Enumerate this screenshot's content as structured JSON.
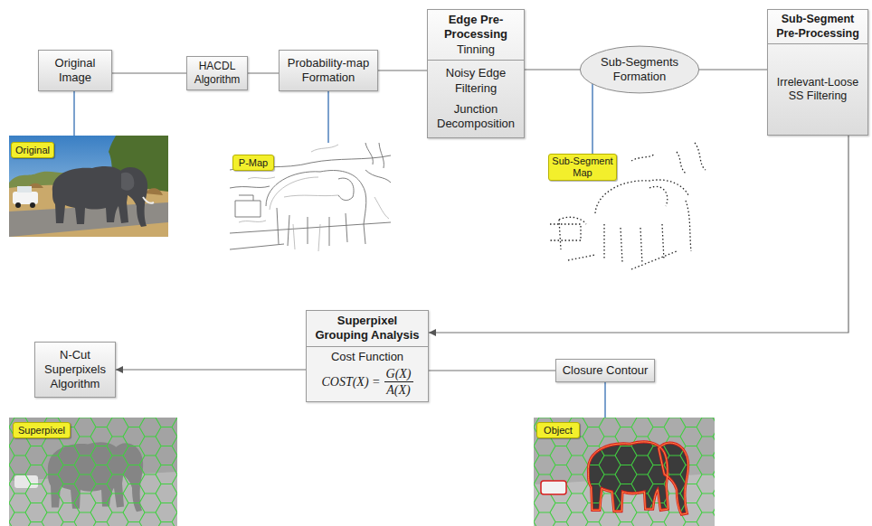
{
  "diagram": {
    "nodes": [
      {
        "text": [
          "Original Image"
        ]
      },
      {
        "text": [
          "HACDL Algorithm"
        ]
      },
      {
        "text": [
          "Probability-map Formation"
        ]
      },
      {
        "text": [
          "Edge Pre-Processing",
          "Tinning",
          "Noisy Edge Filtering",
          "Junction Decomposition"
        ]
      },
      {
        "text": [
          "Sub-Segments Formation"
        ]
      },
      {
        "text": [
          "Sub-Segment Pre-Processing",
          "Irrelevant-Loose SS Filtering"
        ]
      },
      {
        "text": [
          "Original"
        ]
      },
      {
        "text": [
          "P-Map"
        ]
      },
      {
        "text": [
          "Sub-Segment Map"
        ]
      },
      {
        "text": [
          "N-Cut Superpixels Algorithm"
        ]
      },
      {
        "text": [
          "Superpixel Grouping Analysis",
          "Cost Function",
          "COST(X) =",
          "G(X)",
          "A(X)"
        ]
      },
      {
        "text": [
          "Closure Contour"
        ]
      },
      {
        "text": [
          "Superpixel"
        ]
      },
      {
        "text": [
          "Object"
        ]
      }
    ],
    "edges": [
      {
        "from": 0,
        "to": 1,
        "arrow": "none"
      },
      {
        "from": 1,
        "to": 2,
        "arrow": "none"
      },
      {
        "from": 2,
        "to": 3,
        "arrow": "none"
      },
      {
        "from": 3,
        "to": 4,
        "arrow": "none"
      },
      {
        "from": 4,
        "to": 5,
        "arrow": "none"
      },
      {
        "from": 5,
        "to": 10,
        "arrow": "to"
      },
      {
        "from": 10,
        "to": 9,
        "arrow": "to"
      },
      {
        "from": 10,
        "to": 11,
        "arrow": "none"
      }
    ]
  }
}
